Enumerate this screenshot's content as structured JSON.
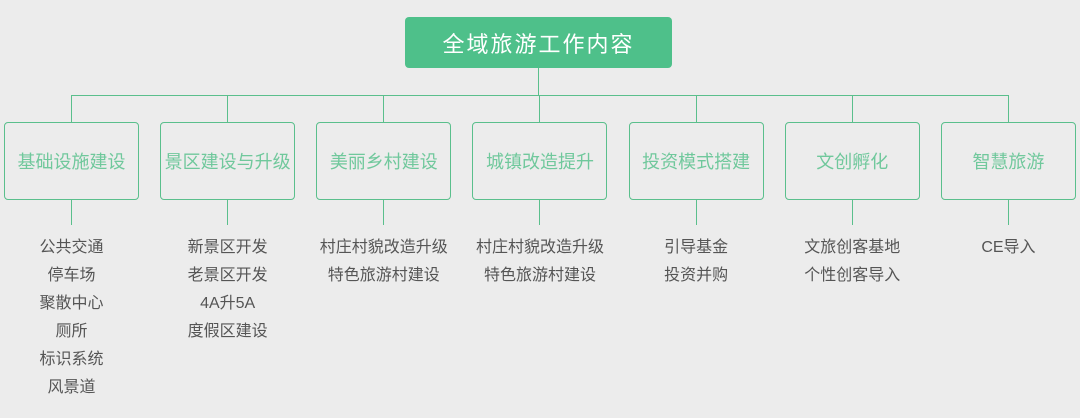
{
  "colors": {
    "background": "#ececec",
    "green_fill": "#4ec08a",
    "green_line": "#5abf8c",
    "green_text": "#70c89c",
    "list_text": "#555555",
    "root_text": "#ffffff"
  },
  "root": {
    "title": "全域旅游工作内容"
  },
  "columns": [
    {
      "title": "基础设施建设",
      "items": [
        "公共交通",
        "停车场",
        "聚散中心",
        "厕所",
        "标识系统",
        "风景道"
      ]
    },
    {
      "title": "景区建设与升级",
      "items": [
        "新景区开发",
        "老景区开发",
        "4A升5A",
        "度假区建设"
      ]
    },
    {
      "title": "美丽乡村建设",
      "items": [
        "村庄村貌改造升级",
        "特色旅游村建设"
      ]
    },
    {
      "title": "城镇改造提升",
      "items": [
        "村庄村貌改造升级",
        "特色旅游村建设"
      ]
    },
    {
      "title": "投资模式搭建",
      "items": [
        "引导基金",
        "投资并购"
      ]
    },
    {
      "title": "文创孵化",
      "items": [
        "文旅创客基地",
        "个性创客导入"
      ]
    },
    {
      "title": "智慧旅游",
      "items": [
        "CE导入"
      ]
    }
  ]
}
